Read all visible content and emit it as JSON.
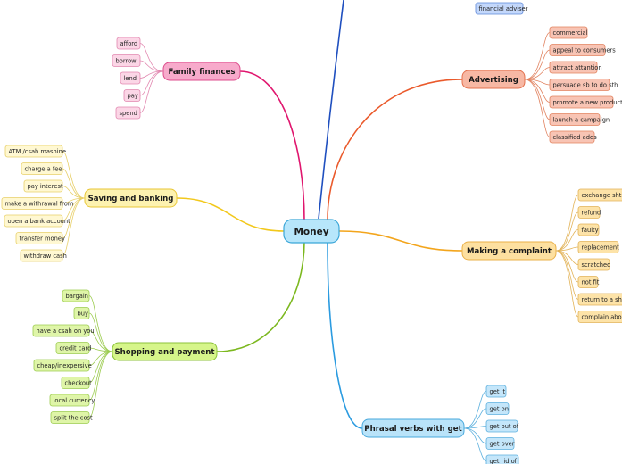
{
  "central": {
    "label": "Money",
    "fill": "#b7e6fb",
    "stroke": "#3aa6d8"
  },
  "branches": [
    {
      "id": "top",
      "label": "",
      "color": "#1f4fbf",
      "leaf_fill": "#c4d8fb",
      "leaf_stroke": "#5b86d8",
      "leaves": [
        "financial adviser"
      ]
    },
    {
      "id": "family-finances",
      "label": "Family finances",
      "color": "#e0166e",
      "fill": "#f7aacb",
      "stroke": "#dc4c8c",
      "leaf_fill": "#fbd6e6",
      "leaf_stroke": "#e288b0",
      "leaves": [
        "afford",
        "borrow",
        "lend",
        "pay",
        "spend"
      ]
    },
    {
      "id": "advertising",
      "label": "Advertising",
      "color": "#ea5a2c",
      "fill": "#f7b8a4",
      "stroke": "#e3704d",
      "leaf_fill": "#f8c4b4",
      "leaf_stroke": "#e1825f",
      "leaves": [
        "commercial",
        "appeal to consumers",
        "attract attantion",
        "persuade sb to do sth",
        "promote a new product",
        "launch a campaign",
        "classified adds"
      ]
    },
    {
      "id": "saving-banking",
      "label": "Saving and banking",
      "color": "#f2c81c",
      "fill": "#fdf2b0",
      "stroke": "#e8c636",
      "leaf_fill": "#fff8d2",
      "leaf_stroke": "#e8d06a",
      "leaves": [
        "ATM /csah mashine",
        "charge a fee",
        "pay interest",
        "make a withrawal from",
        "open a bank account",
        "transfer money",
        "withdraw cash"
      ]
    },
    {
      "id": "making-complaint",
      "label": "Making a complaint",
      "color": "#f3a51c",
      "fill": "#fde0a0",
      "stroke": "#eab048",
      "leaf_fill": "#fde3a8",
      "leaf_stroke": "#e2b358",
      "leaves": [
        "exchange sht for",
        "refund",
        "faulty",
        "replacement",
        "scratched",
        "not fit",
        "return to a shop",
        "complain about"
      ]
    },
    {
      "id": "shopping-payment",
      "label": "Shopping and payment",
      "color": "#7cb81f",
      "fill": "#d6f58a",
      "stroke": "#8cc23a",
      "leaf_fill": "#dff5a8",
      "leaf_stroke": "#9ccc50",
      "leaves": [
        "bargain",
        "buy",
        "have a csah on you",
        "credit card",
        "cheap/inexpersive",
        "checkout",
        "local currency",
        "split the cost"
      ]
    },
    {
      "id": "phrasal-verbs",
      "label": "Phrasal verbs with get",
      "color": "#2b9be0",
      "fill": "#b9e3f9",
      "stroke": "#48a8dc",
      "leaf_fill": "#c4e6fa",
      "leaf_stroke": "#5cb0de",
      "leaves": [
        "get it",
        "get on",
        "get out of",
        "get over",
        "get rid of"
      ]
    }
  ]
}
